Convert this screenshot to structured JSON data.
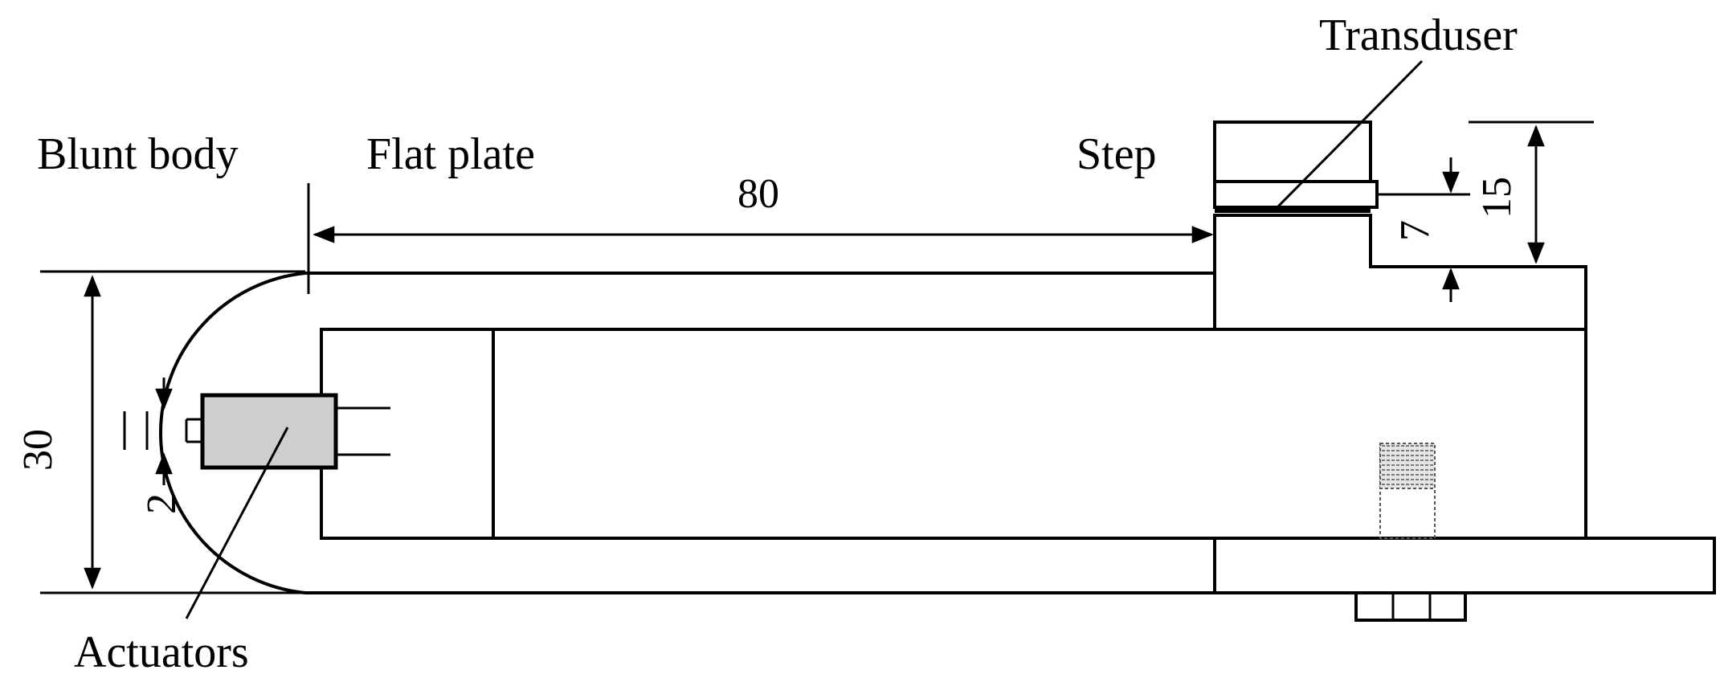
{
  "labels": {
    "blunt_body": "Blunt body",
    "flat_plate": "Flat plate",
    "step": "Step",
    "transducer": "Transduser",
    "actuators": "Actuators"
  },
  "dimensions": {
    "length": "80",
    "height": "30",
    "actuator_gap": "2",
    "transducer_offset": "7",
    "step_height": "15"
  },
  "colors": {
    "line": "#000000",
    "light_fill": "#e0e0e0",
    "dark_fill": "#7a7a7a",
    "transducer_fill": "#cfcfcf"
  }
}
